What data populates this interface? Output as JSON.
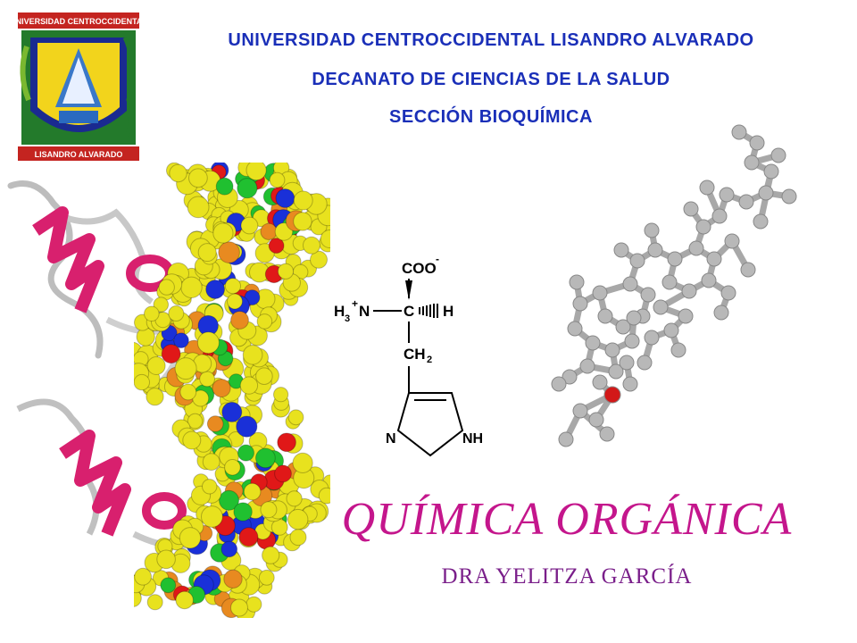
{
  "header": {
    "line1": "UNIVERSIDAD CENTROCCIDENTAL LISANDRO ALVARADO",
    "line2": "DECANATO DE CIENCIAS DE LA SALUD",
    "line3": "SECCIÓN BIOQUÍMICA"
  },
  "logo": {
    "top_text": "UNIVERSIDAD CENTROCCIDENTAL",
    "bottom_text": "LISANDRO ALVARADO"
  },
  "histidine": {
    "carboxyl": "COO",
    "carboxyl_charge": "-",
    "amine": "H",
    "amine_sub": "3",
    "amine_charge": "+",
    "amine_n": "N",
    "alpha_carbon": "C",
    "alpha_h": "H",
    "methylene": "CH",
    "methylene_sub": "2",
    "ring_n": "N",
    "ring_nh": "NH"
  },
  "title": "QUÍMICA ORGÁNICA",
  "subtitle": "DRA YELITZA GARCÍA",
  "colors": {
    "header_blue": "#1a2fb8",
    "title_magenta": "#c4168c",
    "subtitle_purple": "#7a1f8a",
    "logo_red": "#c42420",
    "logo_yellow": "#f2d41c",
    "logo_green": "#237a2b",
    "dna_yellow": "#e8e21e",
    "dna_blue": "#1a30d8",
    "dna_red": "#e01818",
    "dna_green": "#20c030",
    "dna_orange": "#e88a20",
    "ribbon_pink": "#d8206e",
    "atom_gray": "#b8b8b8",
    "oxygen_red": "#d21818"
  },
  "icons": [
    "university-logo-seal",
    "protein-ribbon",
    "dna-space-fill",
    "steroid-ball-and-stick"
  ]
}
